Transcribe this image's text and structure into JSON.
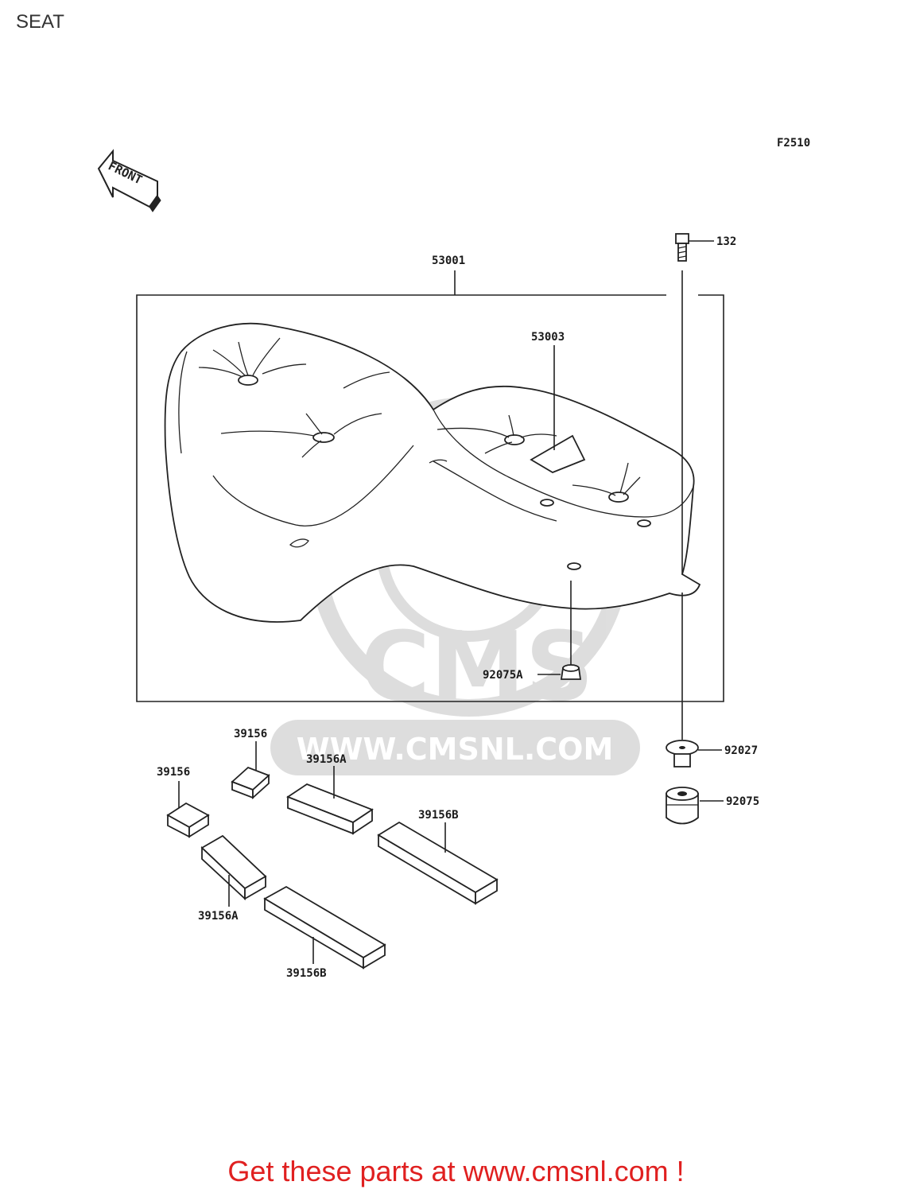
{
  "page": {
    "title": "SEAT"
  },
  "diagram": {
    "figure_code": "F2510",
    "front_label": "FRONT",
    "watermark": {
      "text": "WWW.CMSNL.COM",
      "logo_text": "CMS"
    },
    "callouts": {
      "c53001": "53001",
      "c53003": "53003",
      "c132": "132",
      "c92075A": "92075A",
      "c92027": "92027",
      "c92075": "92075",
      "c39156_top": "39156",
      "c39156_left": "39156",
      "c39156A_top": "39156A",
      "c39156B_right": "39156B",
      "c39156A_bottom": "39156A",
      "c39156B_bottom": "39156B"
    }
  },
  "footer": {
    "text": "Get these parts at www.cmsnl.com !"
  }
}
